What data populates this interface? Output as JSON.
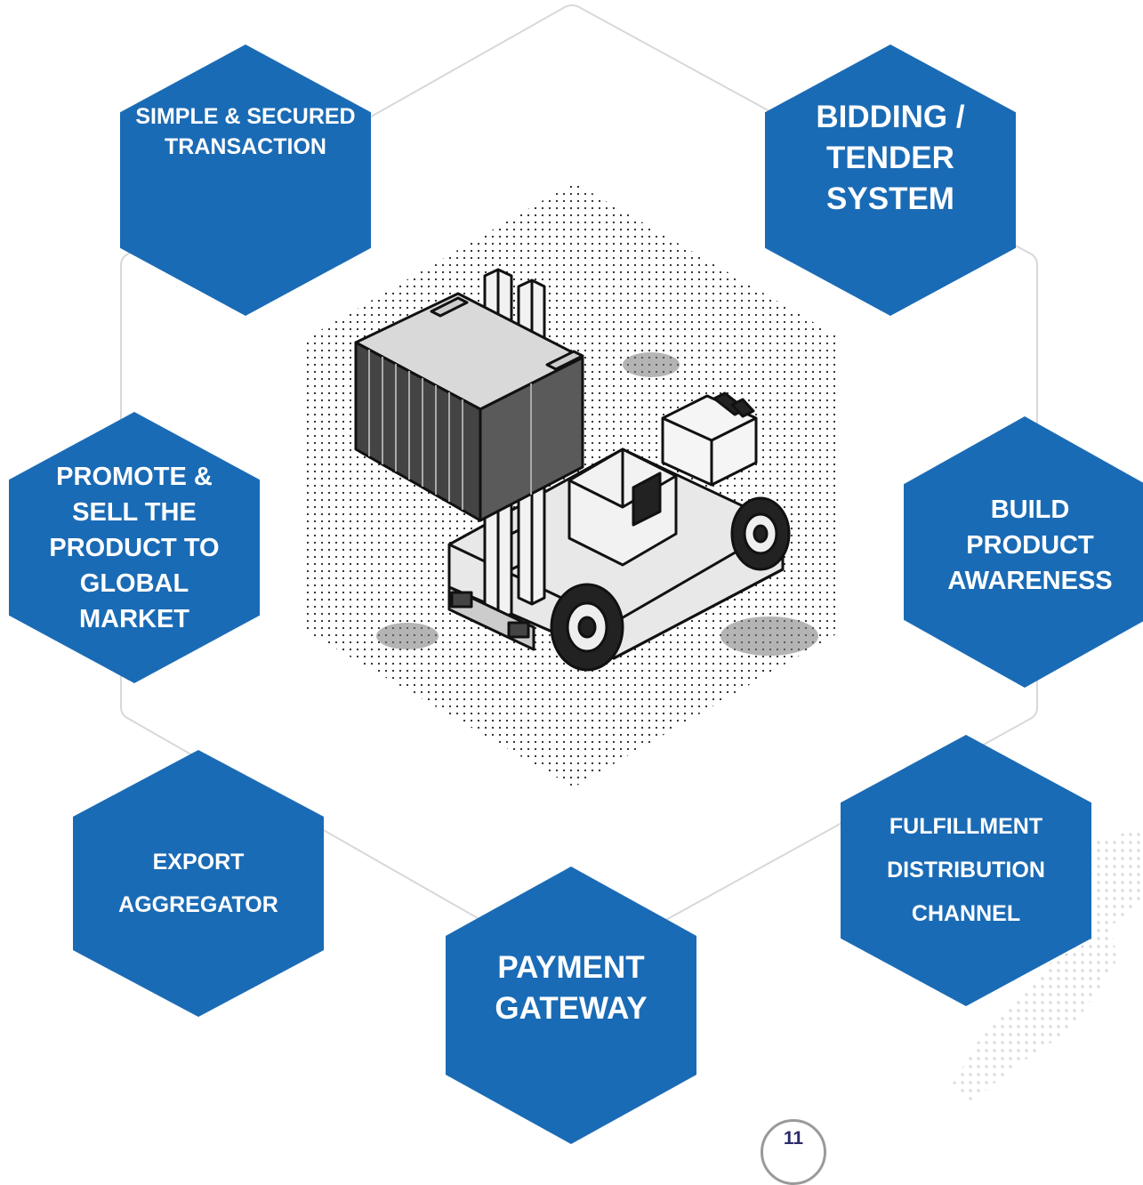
{
  "diagram": {
    "nodes": [
      {
        "id": "sst",
        "lines": [
          "SIMPLE & SECURED",
          "TRANSACTION"
        ]
      },
      {
        "id": "btd",
        "lines": [
          "BIDDING /",
          "TENDER",
          "SYSTEM"
        ]
      },
      {
        "id": "ps",
        "lines": [
          "PROMOTE &",
          "SELL THE",
          "PRODUCT TO",
          "GLOBAL",
          "MARKET"
        ]
      },
      {
        "id": "bpa",
        "lines": [
          "BUILD",
          "PRODUCT",
          "AWARENESS"
        ]
      },
      {
        "id": "ea",
        "lines": [
          "EXPORT",
          "AGGREGATOR"
        ]
      },
      {
        "id": "fdc",
        "lines": [
          "FULFILLMENT",
          "DISTRIBUTION",
          "CHANNEL"
        ]
      },
      {
        "id": "pg",
        "lines": [
          "PAYMENT",
          "GATEWAY"
        ]
      }
    ],
    "center_illustration": "forklift-lifting-shipping-container",
    "hex_color": "#1a6bb5"
  },
  "page_number": "11"
}
